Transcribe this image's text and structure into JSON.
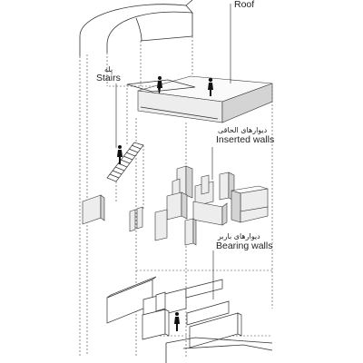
{
  "labels": {
    "roof_en": "Roof",
    "stairs_fa": "پله",
    "stairs_en": "Stairs",
    "inserted_walls_fa": "دیوارهای الحاقی",
    "inserted_walls_en": "Inserted walls",
    "bearing_walls_fa": "دیوارهای باربر",
    "bearing_walls_en": "Bearing walls"
  }
}
